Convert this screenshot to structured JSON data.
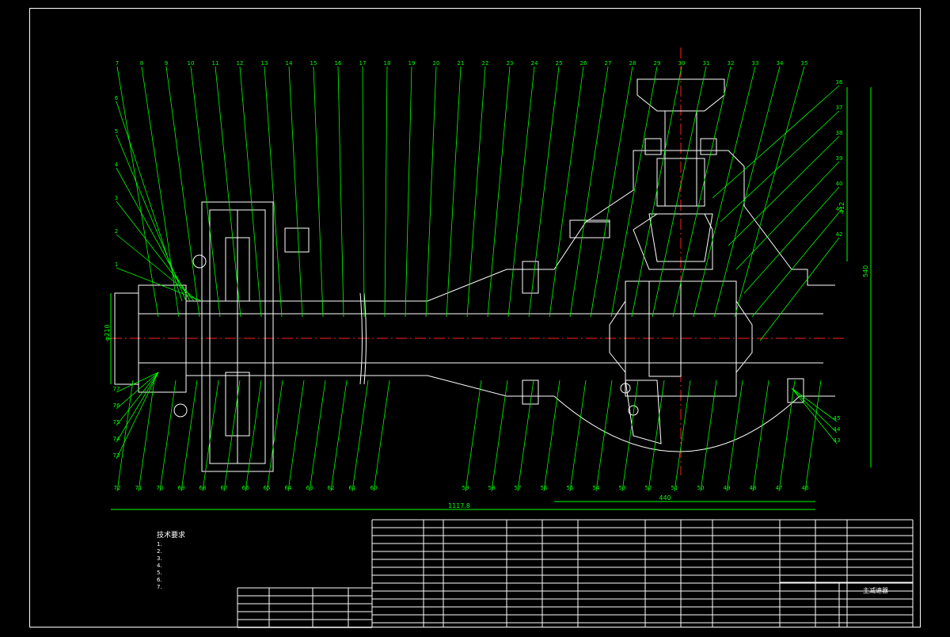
{
  "drawing": {
    "title": "主减速器",
    "colors": {
      "outline": "#ffffff",
      "leader": "#00ff00",
      "center": "#ff2020",
      "background": "#000000"
    }
  },
  "dimensions": {
    "overall_length": "1117.8",
    "half_length": "440",
    "height_right": "540",
    "height_top": "412",
    "flange_dia": "φ210"
  },
  "labels_top": [
    "7",
    "8",
    "9",
    "10",
    "11",
    "12",
    "13",
    "14",
    "15",
    "16",
    "17",
    "18",
    "19",
    "20",
    "21",
    "22",
    "23",
    "24",
    "25",
    "26",
    "27",
    "28",
    "29",
    "30",
    "31",
    "32",
    "33",
    "34",
    "35"
  ],
  "labels_left": [
    "6",
    "5",
    "4",
    "3",
    "2",
    "1"
  ],
  "labels_right": [
    "36",
    "37",
    "38",
    "39",
    "40",
    "41",
    "42"
  ],
  "labels_bottom": [
    "72",
    "71",
    "70",
    "69",
    "68",
    "67",
    "66",
    "65",
    "64",
    "63",
    "62",
    "61",
    "60",
    "59",
    "58",
    "57",
    "56",
    "55",
    "54",
    "53",
    "52",
    "51",
    "50",
    "49",
    "48",
    "47",
    "46"
  ],
  "labels_left_low": [
    "77",
    "76",
    "75",
    "74",
    "73"
  ],
  "labels_right_low": [
    "45",
    "44",
    "43"
  ],
  "tech_req": {
    "title": "技术要求",
    "lines": [
      "1.",
      "2.",
      "3.",
      "4.",
      "5.",
      "6.",
      "7."
    ]
  }
}
